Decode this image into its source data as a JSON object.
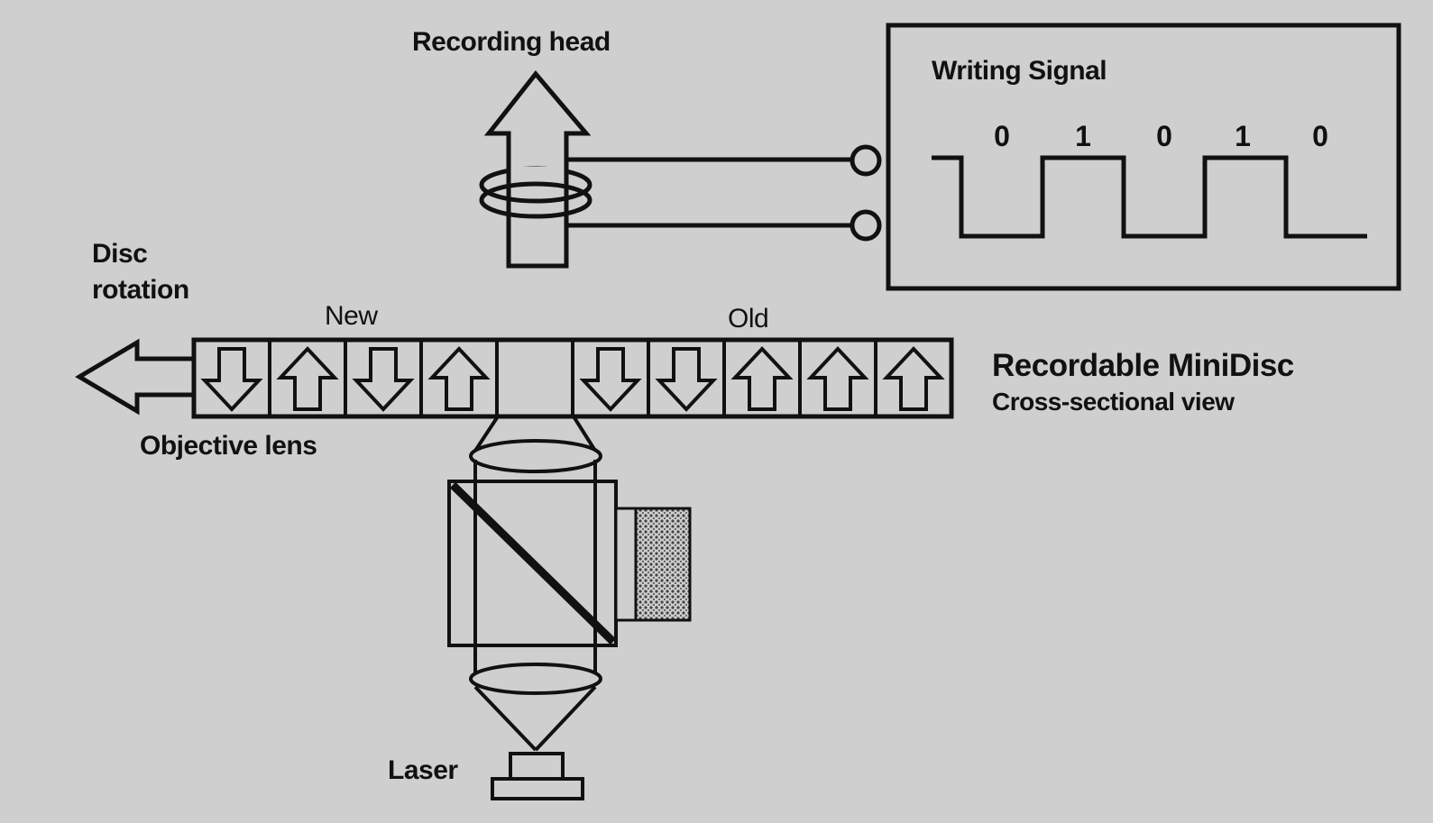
{
  "labels": {
    "recording_head": "Recording head",
    "writing_signal": "Writing Signal",
    "disc_rotation_line1": "Disc",
    "disc_rotation_line2": "rotation",
    "new": "New",
    "old": "Old",
    "objective_lens": "Objective lens",
    "laser": "Laser",
    "title_line1": "Recordable MiniDisc",
    "title_line2": "Cross-sectional view"
  },
  "signal_bits": [
    "0",
    "1",
    "0",
    "1",
    "0"
  ],
  "domains": [
    "down",
    "up",
    "down",
    "up",
    "blank",
    "down",
    "down",
    "up",
    "up",
    "up"
  ],
  "colors": {
    "background": "#cfcfcf",
    "ink": "#111111",
    "shading": "#9a9a9a"
  }
}
